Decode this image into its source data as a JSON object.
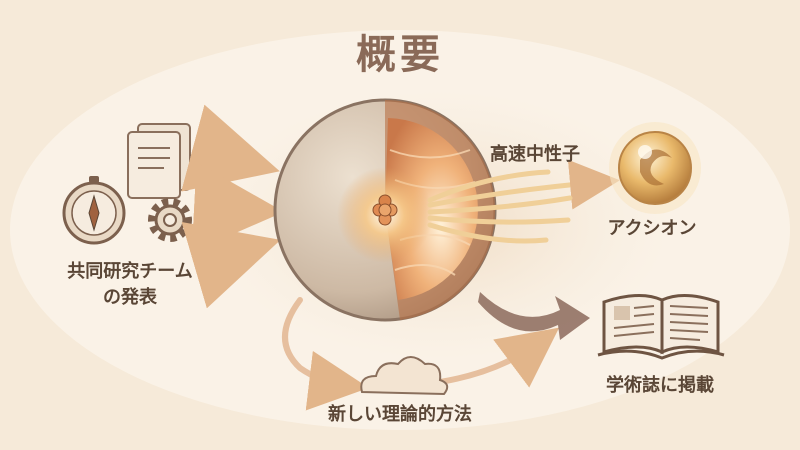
{
  "title": "概要",
  "labels": {
    "team_line1": "共同研究チーム",
    "team_line2": "の発表",
    "neutron_star": "高速中性子",
    "axion": "アクシオン",
    "method": "新しい理論的方法",
    "journal": "学術誌に掲載"
  },
  "colors": {
    "background": "#f6ead9",
    "text": "#5a4636",
    "title": "#8a6a58",
    "accent": "#e8b36a",
    "arrow": "#8c6a5c"
  },
  "icons": [
    "documents-icon",
    "compass-icon",
    "gear-icon",
    "neutron-star-icon",
    "nucleus-icon",
    "axion-orb-icon",
    "cloud-icon",
    "open-book-icon"
  ]
}
